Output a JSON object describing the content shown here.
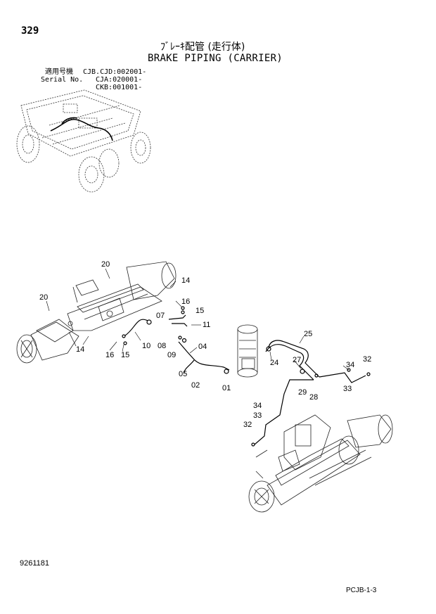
{
  "page_number": "329",
  "title_jp": "ﾌﾞﾚｰｷ配管 (走行体)",
  "title_en": "BRAKE PIPING (CARRIER)",
  "serial": {
    "label_jp": "適用号機",
    "label_en": "Serial No.",
    "line1": "CJB.CJD:002001-",
    "line2": "CJA:020001-",
    "line3": "CKB:001001-"
  },
  "callouts": {
    "c20a": "20",
    "c20b": "20",
    "c14a": "14",
    "c14b": "14",
    "c16a": "16",
    "c15a": "15",
    "c07": "07",
    "c11": "11",
    "c16b": "16",
    "c15b": "15",
    "c10": "10",
    "c08": "08",
    "c09": "09",
    "c04": "04",
    "c05": "05",
    "c02": "02",
    "c01": "01",
    "c25": "25",
    "c24": "24",
    "c27": "27",
    "c29": "29",
    "c28": "28",
    "c34a": "34",
    "c33a": "33",
    "c32a": "32",
    "c34b": "34",
    "c33b": "33",
    "c32b": "32"
  },
  "doc_number": "9261181",
  "page_ref": "PCJB-1-3"
}
